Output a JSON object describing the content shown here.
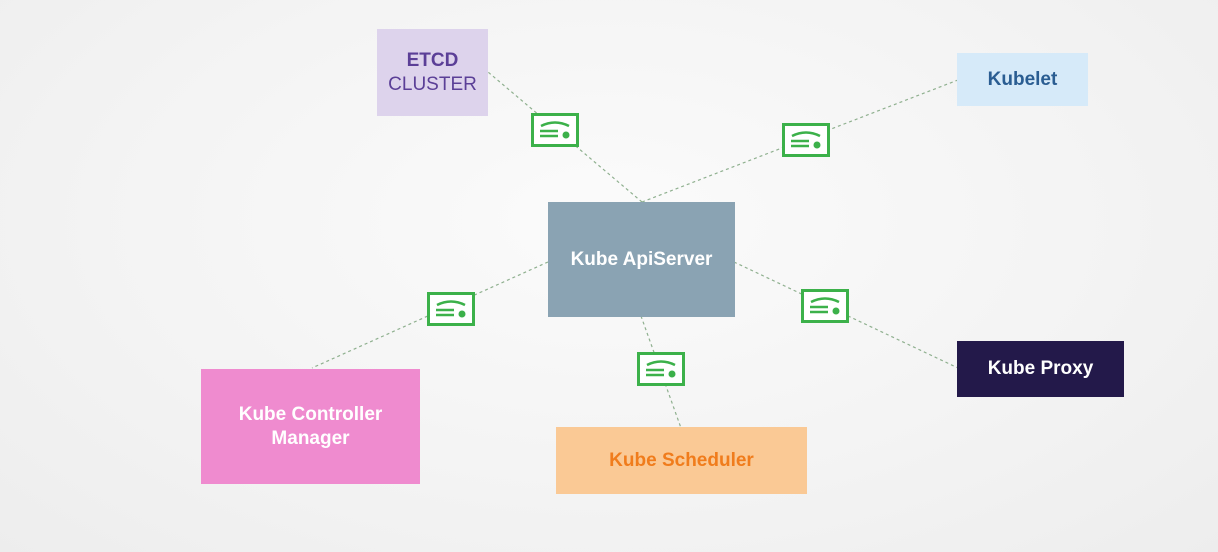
{
  "colors": {
    "connector": "#8fb08f",
    "certificate": "#3cb14a"
  },
  "nodes": {
    "etcd": {
      "title": "ETCD",
      "subtitle": "CLUSTER",
      "bg": "#ddd3ec",
      "fg": "#5b3f97"
    },
    "kubelet": {
      "title": "Kubelet",
      "bg": "#d6eaf9",
      "fg": "#2a5d92"
    },
    "apiserver": {
      "title": "Kube ApiServer",
      "bg": "#8aa3b3",
      "fg": "#ffffff"
    },
    "proxy": {
      "title": "Kube Proxy",
      "bg": "#23194a",
      "fg": "#ffffff"
    },
    "controller": {
      "title": "Kube Controller Manager",
      "bg": "#ef8bcf",
      "fg": "#ffffff"
    },
    "scheduler": {
      "title": "Kube Scheduler",
      "bg": "#fac995",
      "fg": "#f07c1c"
    }
  },
  "edges": [
    {
      "from": "apiserver",
      "to": "etcd",
      "icon": "certificate-icon"
    },
    {
      "from": "apiserver",
      "to": "kubelet",
      "icon": "certificate-icon"
    },
    {
      "from": "apiserver",
      "to": "proxy",
      "icon": "certificate-icon"
    },
    {
      "from": "apiserver",
      "to": "scheduler",
      "icon": "certificate-icon"
    },
    {
      "from": "apiserver",
      "to": "controller",
      "icon": "certificate-icon"
    }
  ]
}
